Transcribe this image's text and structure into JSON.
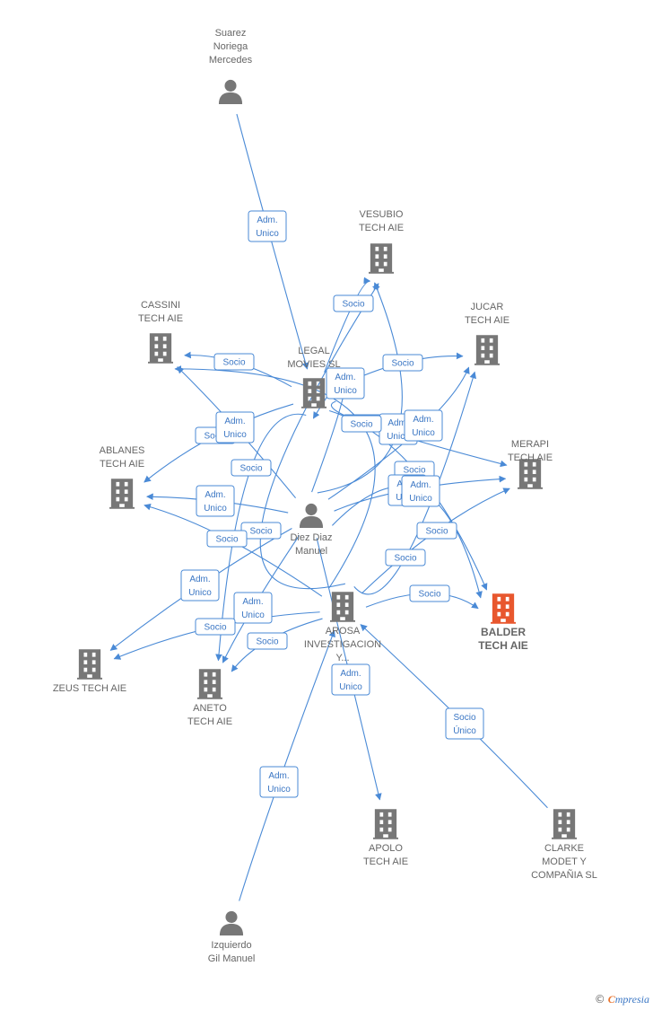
{
  "nodes": [
    {
      "id": "suarez",
      "type": "person",
      "label": [
        "Suarez",
        "Noriega",
        "Mercedes"
      ]
    },
    {
      "id": "vesubio",
      "type": "company",
      "label": [
        "VESUBIO",
        "TECH AIE"
      ]
    },
    {
      "id": "cassini",
      "type": "company",
      "label": [
        "CASSINI",
        "TECH AIE"
      ]
    },
    {
      "id": "jucar",
      "type": "company",
      "label": [
        "JUCAR",
        "TECH AIE"
      ]
    },
    {
      "id": "legal",
      "type": "company",
      "label": [
        "LEGAL",
        "MOVIES SL"
      ]
    },
    {
      "id": "merapi",
      "type": "company",
      "label": [
        "MERAPI",
        "TECH AIE"
      ]
    },
    {
      "id": "ablanes",
      "type": "company",
      "label": [
        "ABLANES",
        "TECH AIE"
      ]
    },
    {
      "id": "diez",
      "type": "person",
      "label": [
        "Diez Diaz",
        "Manuel"
      ]
    },
    {
      "id": "balder",
      "type": "company",
      "highlight": true,
      "label": [
        "BALDER",
        "TECH AIE"
      ]
    },
    {
      "id": "arosa",
      "type": "company",
      "label": [
        "AROSA",
        "INVESTIGACION",
        "Y..."
      ]
    },
    {
      "id": "zeus",
      "type": "company",
      "label": [
        "ZEUS TECH AIE"
      ]
    },
    {
      "id": "aneto",
      "type": "company",
      "label": [
        "ANETO",
        "TECH AIE"
      ]
    },
    {
      "id": "apolo",
      "type": "company",
      "label": [
        "APOLO",
        "TECH AIE"
      ]
    },
    {
      "id": "clarke",
      "type": "company",
      "label": [
        "CLARKE",
        "MODET Y",
        "COMPAÑIA SL"
      ]
    },
    {
      "id": "izquierdo",
      "type": "person",
      "label": [
        "Izquierdo",
        "Gil Manuel"
      ]
    }
  ],
  "edges": [
    {
      "from": "suarez",
      "to": "legal",
      "label": [
        "Adm.",
        "Unico"
      ]
    },
    {
      "from": "legal",
      "to": "vesubio",
      "label": [
        "Socio"
      ]
    },
    {
      "from": "legal",
      "to": "cassini",
      "label": [
        "Socio"
      ]
    },
    {
      "from": "legal",
      "to": "jucar",
      "label": [
        "Socio"
      ]
    },
    {
      "from": "legal",
      "to": "ablanes",
      "label": [
        "Socio"
      ]
    },
    {
      "from": "legal",
      "to": "merapi",
      "label": [
        "Socio"
      ]
    },
    {
      "from": "legal",
      "to": "aneto",
      "label": [
        "Socio"
      ]
    },
    {
      "from": "legal",
      "to": "balder",
      "label": [
        "Socio"
      ]
    },
    {
      "from": "diez",
      "to": "legal",
      "label": [
        "Adm.",
        "Unico"
      ]
    },
    {
      "from": "diez",
      "to": "cassini",
      "label": [
        "Adm.",
        "Unico"
      ]
    },
    {
      "from": "diez",
      "to": "vesubio",
      "label": [
        "Adm.",
        "Unico"
      ]
    },
    {
      "from": "diez",
      "to": "jucar",
      "label": [
        "Adm.",
        "Unico"
      ]
    },
    {
      "from": "diez",
      "to": "ablanes",
      "label": [
        "Adm.",
        "Unico"
      ]
    },
    {
      "from": "diez",
      "to": "merapi",
      "label": [
        "Adm.",
        "Unico"
      ]
    },
    {
      "from": "diez",
      "to": "balder",
      "label": [
        "Adm.",
        "Unico"
      ]
    },
    {
      "from": "diez",
      "to": "zeus",
      "label": [
        "Adm.",
        "Unico"
      ]
    },
    {
      "from": "diez",
      "to": "aneto",
      "label": [
        "Adm.",
        "Unico"
      ]
    },
    {
      "from": "diez",
      "to": "apolo",
      "label": [
        "Adm.",
        "Unico"
      ]
    },
    {
      "from": "arosa",
      "to": "cassini",
      "label": [
        "Socio"
      ]
    },
    {
      "from": "arosa",
      "to": "vesubio",
      "label": [
        "Socio"
      ]
    },
    {
      "from": "arosa",
      "to": "jucar",
      "label": [
        "Socio"
      ]
    },
    {
      "from": "arosa",
      "to": "merapi",
      "label": [
        "Socio"
      ]
    },
    {
      "from": "arosa",
      "to": "ablanes",
      "label": [
        "Socio"
      ]
    },
    {
      "from": "arosa",
      "to": "balder",
      "label": [
        "Socio"
      ]
    },
    {
      "from": "arosa",
      "to": "zeus",
      "label": [
        "Socio"
      ]
    },
    {
      "from": "arosa",
      "to": "aneto",
      "label": [
        "Socio"
      ]
    },
    {
      "from": "clarke",
      "to": "arosa",
      "label": [
        "Socio",
        "Único"
      ]
    },
    {
      "from": "izquierdo",
      "to": "arosa",
      "label": [
        "Adm.",
        "Unico"
      ]
    }
  ],
  "footer": {
    "copyright": "©",
    "brand_initial": "C",
    "brand_rest": "mpresia"
  },
  "colors": {
    "edge": "#4a8ad6",
    "node": "#777777",
    "highlight": "#e8572e"
  }
}
